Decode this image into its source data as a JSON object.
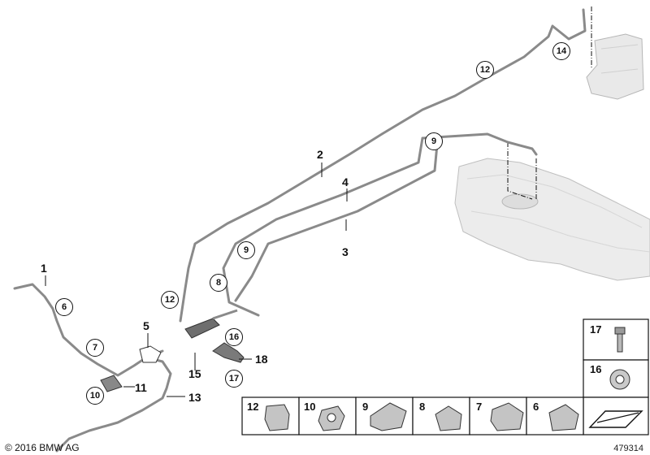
{
  "callouts": {
    "c1": "1",
    "c2": "2",
    "c3": "3",
    "c4": "4",
    "c5": "5",
    "c11": "11",
    "c13": "13",
    "c15": "15",
    "c18": "18",
    "c6": "6",
    "c7": "7",
    "c8": "8",
    "c9a": "9",
    "c9b": "9",
    "c10": "10",
    "c12a": "12",
    "c12b": "12",
    "c14": "14",
    "c16": "16",
    "c17": "17"
  },
  "legend_bottom": [
    "12",
    "10",
    "9",
    "8",
    "7",
    "6"
  ],
  "legend_right": {
    "top": "17",
    "middle": "16"
  },
  "copyright": "© 2016 BMW AG",
  "diagram_id": "479314",
  "colors": {
    "line": "#111111",
    "pipe": "#8a8a8a",
    "part": "#bdbdbd"
  }
}
